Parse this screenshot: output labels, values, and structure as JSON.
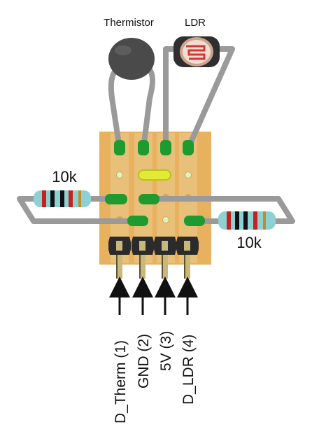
{
  "components": {
    "thermistor_label": "Thermistor",
    "ldr_label": "LDR",
    "resistor_left_label": "10k",
    "resistor_right_label": "10k"
  },
  "pins": [
    {
      "label": "D_Therm (1)"
    },
    {
      "label": "GND (2)"
    },
    {
      "label": "5V (3)"
    },
    {
      "label": "D_LDR (4)"
    }
  ],
  "colors": {
    "board": "#e7b15f",
    "wire": "#9a9a9a",
    "solder": "#1f9a2f",
    "resistor_body": "#8fd0d2",
    "thermistor": "#4a4a4a",
    "ldr_body": "#d03a32",
    "header": "#2b2b2b",
    "pin_gold": "#c8b87a",
    "arrow": "#111111"
  }
}
